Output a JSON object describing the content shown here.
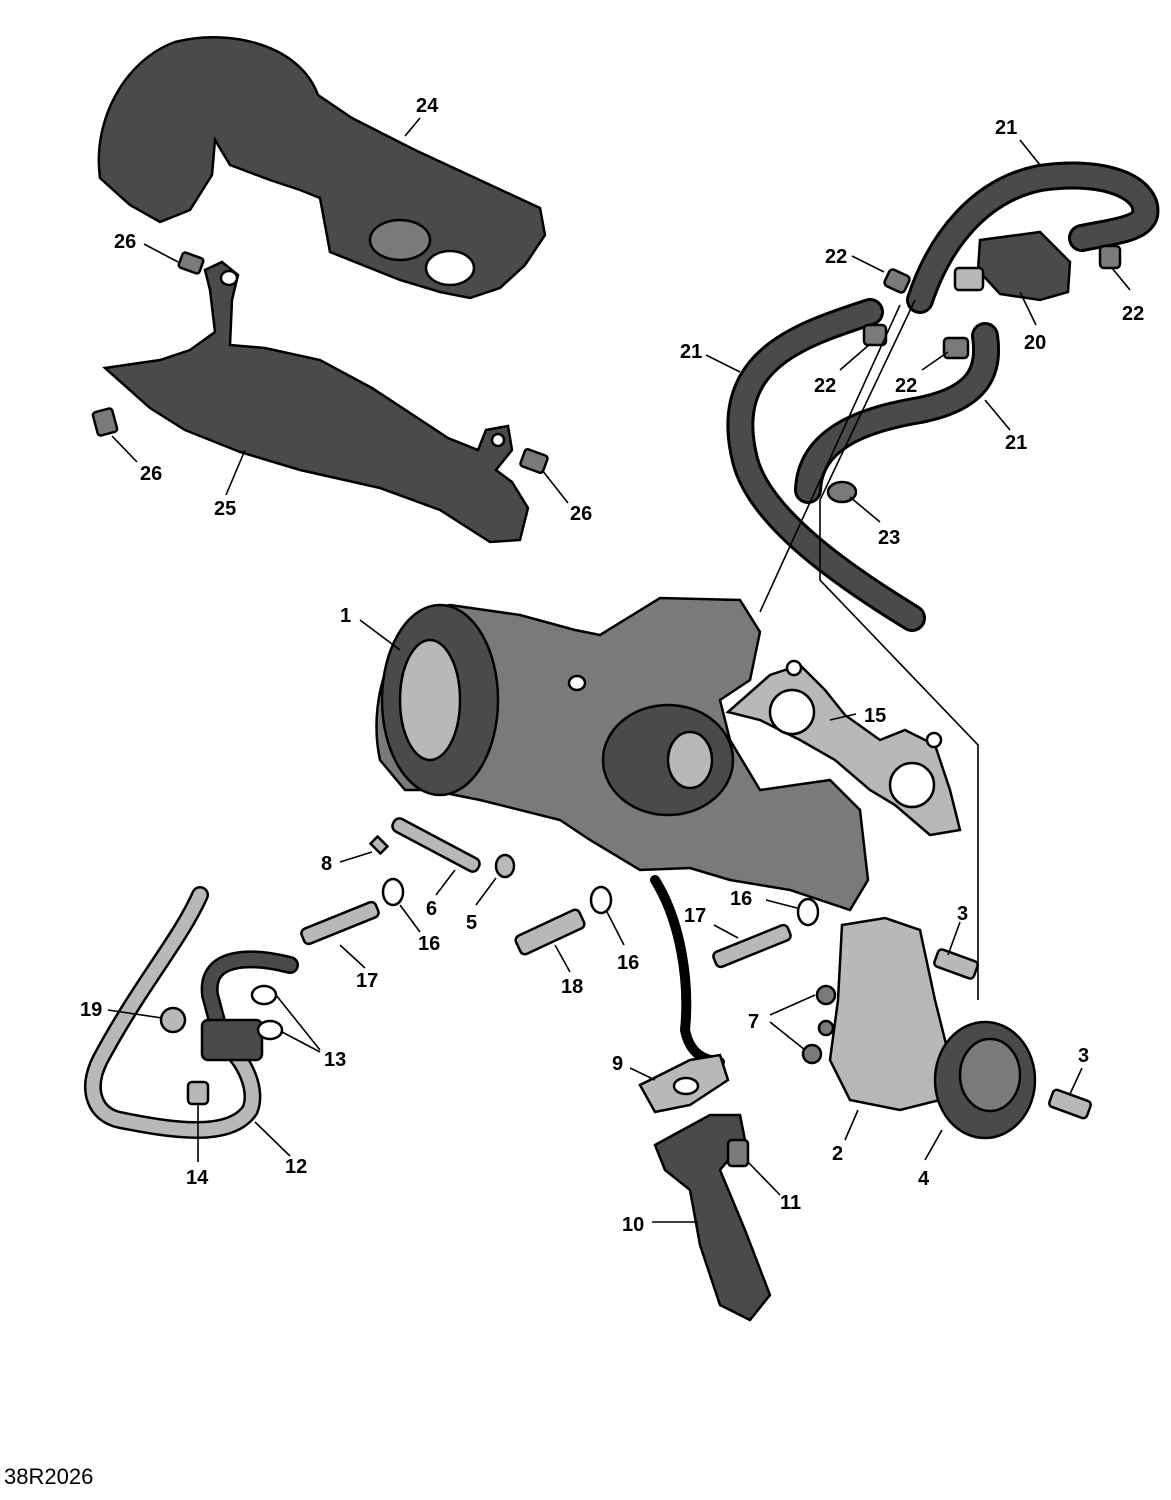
{
  "diagram": {
    "reference_code": "38R2026",
    "callouts": [
      {
        "id": "c24",
        "label": "24"
      },
      {
        "id": "c26a",
        "label": "26"
      },
      {
        "id": "c26b",
        "label": "26"
      },
      {
        "id": "c26c",
        "label": "26"
      },
      {
        "id": "c25",
        "label": "25"
      },
      {
        "id": "c21a",
        "label": "21"
      },
      {
        "id": "c21b",
        "label": "21"
      },
      {
        "id": "c21c",
        "label": "21"
      },
      {
        "id": "c22a",
        "label": "22"
      },
      {
        "id": "c22b",
        "label": "22"
      },
      {
        "id": "c22c",
        "label": "22"
      },
      {
        "id": "c22d",
        "label": "22"
      },
      {
        "id": "c20",
        "label": "20"
      },
      {
        "id": "c23",
        "label": "23"
      },
      {
        "id": "c1",
        "label": "1"
      },
      {
        "id": "c15",
        "label": "15"
      },
      {
        "id": "c8",
        "label": "8"
      },
      {
        "id": "c6",
        "label": "6"
      },
      {
        "id": "c5",
        "label": "5"
      },
      {
        "id": "c16a",
        "label": "16"
      },
      {
        "id": "c16b",
        "label": "16"
      },
      {
        "id": "c16c",
        "label": "16"
      },
      {
        "id": "c17a",
        "label": "17"
      },
      {
        "id": "c17b",
        "label": "17"
      },
      {
        "id": "c18",
        "label": "18"
      },
      {
        "id": "c3a",
        "label": "3"
      },
      {
        "id": "c3b",
        "label": "3"
      },
      {
        "id": "c7",
        "label": "7"
      },
      {
        "id": "c19",
        "label": "19"
      },
      {
        "id": "c13",
        "label": "13"
      },
      {
        "id": "c14",
        "label": "14"
      },
      {
        "id": "c12",
        "label": "12"
      },
      {
        "id": "c9",
        "label": "9"
      },
      {
        "id": "c11",
        "label": "11"
      },
      {
        "id": "c10",
        "label": "10"
      },
      {
        "id": "c2",
        "label": "2"
      },
      {
        "id": "c4",
        "label": "4"
      }
    ]
  }
}
